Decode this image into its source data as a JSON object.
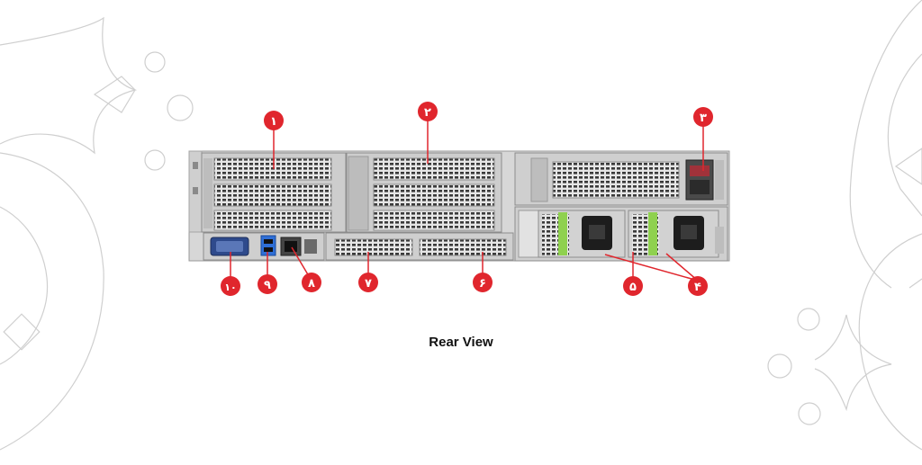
{
  "caption": "Rear View",
  "callouts": [
    {
      "id": "pcie-riser-1",
      "label": "۱",
      "part": "PCIe riser slots (left)"
    },
    {
      "id": "pcie-riser-2",
      "label": "۲",
      "part": "PCIe riser slots (center)"
    },
    {
      "id": "riser-3",
      "label": "۳",
      "part": "Right riser module"
    },
    {
      "id": "psu",
      "label": "۴",
      "part": "Power supplies"
    },
    {
      "id": "psu-status",
      "label": "۵",
      "part": "Power supply handle / status"
    },
    {
      "id": "ocp-slot-6",
      "label": "۶",
      "part": "OCP slot"
    },
    {
      "id": "ocp-slot-7",
      "label": "۷",
      "part": "OCP slot"
    },
    {
      "id": "ilo-port",
      "label": "۸",
      "part": "Network port"
    },
    {
      "id": "usb-ports",
      "label": "۹",
      "part": "USB ports"
    },
    {
      "id": "vga-port",
      "label": "۱۰",
      "part": "VGA port"
    }
  ],
  "colors": {
    "badge": "#e0262d",
    "chassis": "#d9d9d9",
    "psu_accent": "#8fd14f",
    "usb": "#2f6fd6",
    "outline": "#c8c8c8"
  }
}
